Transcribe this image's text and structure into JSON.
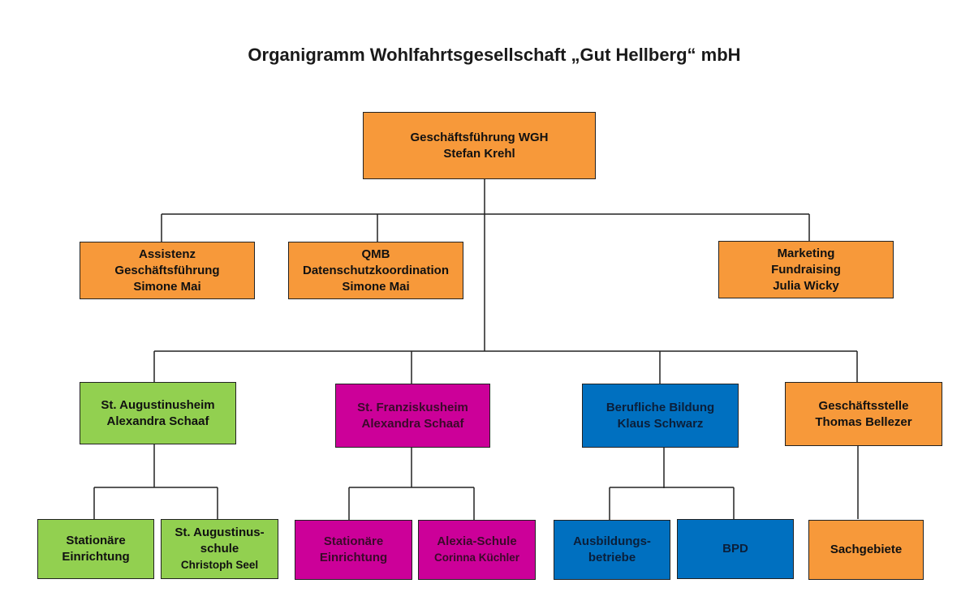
{
  "title": "Organigramm Wohlfahrtsgesellschaft „Gut Hellberg“ mbH",
  "colors": {
    "orange": "#f7993a",
    "green": "#92d050",
    "magenta": "#cc0099",
    "blue": "#0070c0"
  },
  "nodes": {
    "top": [
      "Geschäftsführung WGH",
      "Stefan Krehl"
    ],
    "assistenz": [
      "Assistenz",
      "Geschäftsführung",
      "Simone Mai"
    ],
    "qmb": [
      "QMB",
      "Datenschutzkoordination",
      "Simone Mai"
    ],
    "marketing": [
      "Marketing",
      "Fundraising",
      "Julia Wicky"
    ],
    "augustinusheim": [
      "St. Augustinusheim",
      "Alexandra Schaaf"
    ],
    "franziskusheim": [
      "St. Franziskusheim",
      "Alexandra Schaaf"
    ],
    "berufliche": [
      "Berufliche Bildung",
      "Klaus Schwarz"
    ],
    "geschaeftsstelle": [
      "Geschäftsstelle",
      "Thomas Bellezer"
    ],
    "stationaer1": [
      "Stationäre",
      "Einrichtung"
    ],
    "augustinusschule": [
      "St. Augustinus-",
      "schule",
      "Christoph Seel"
    ],
    "stationaer2": [
      "Stationäre",
      "Einrichtung"
    ],
    "alexia": [
      "Alexia-Schule",
      "Corinna Küchler"
    ],
    "ausbildung": [
      "Ausbildungs-",
      "betriebe"
    ],
    "bpd": [
      "BPD"
    ],
    "sachgebiete": [
      "Sachgebiete"
    ]
  }
}
